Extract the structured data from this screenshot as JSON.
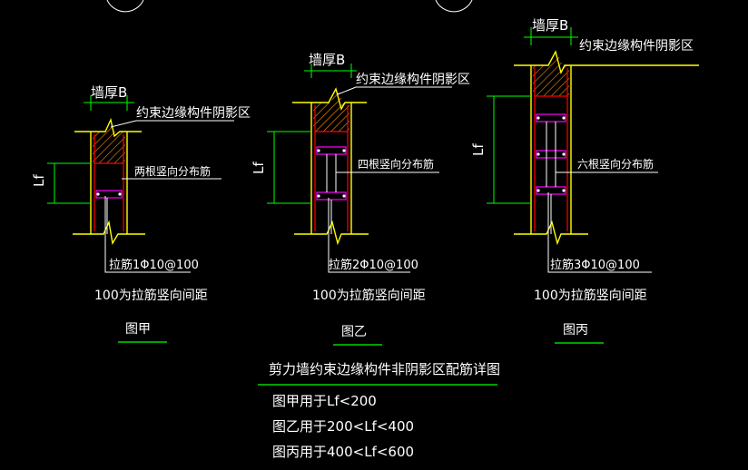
{
  "colors": {
    "background": "#000000",
    "wall": "#ffff00",
    "dimension": "#00ff00",
    "rebar": "#ff0000",
    "tie": "#ff00ff",
    "text": "#ffffff",
    "hatch": "#ff8c00",
    "circle": "#ffffff"
  },
  "details": [
    {
      "wall_thickness": "墙厚B",
      "shadow_zone": "约束边缘构件阴影区",
      "length_label": "Lf",
      "distribution": "两根竖向分布筋",
      "tie": "拉筋1Φ10@100",
      "spacing_note": "100为拉筋竖向间距",
      "caption": "图甲"
    },
    {
      "wall_thickness": "墙厚B",
      "shadow_zone": "约束边缘构件阴影区",
      "length_label": "Lf",
      "distribution": "四根竖向分布筋",
      "tie": "拉筋2Φ10@100",
      "spacing_note": "100为拉筋竖向间距",
      "caption": "图乙"
    },
    {
      "wall_thickness": "墙厚B",
      "shadow_zone": "约束边缘构件阴影区",
      "length_label": "Lf",
      "distribution": "六根竖向分布筋",
      "tie": "拉筋3Φ10@100",
      "spacing_note": "100为拉筋竖向间距",
      "caption": "图丙"
    }
  ],
  "title": "剪力墙约束边缘构件非阴影区配筋详图",
  "notes": [
    "图甲用于Lf<200",
    "图乙用于200<Lf<400",
    "图丙用于400<Lf<600"
  ]
}
